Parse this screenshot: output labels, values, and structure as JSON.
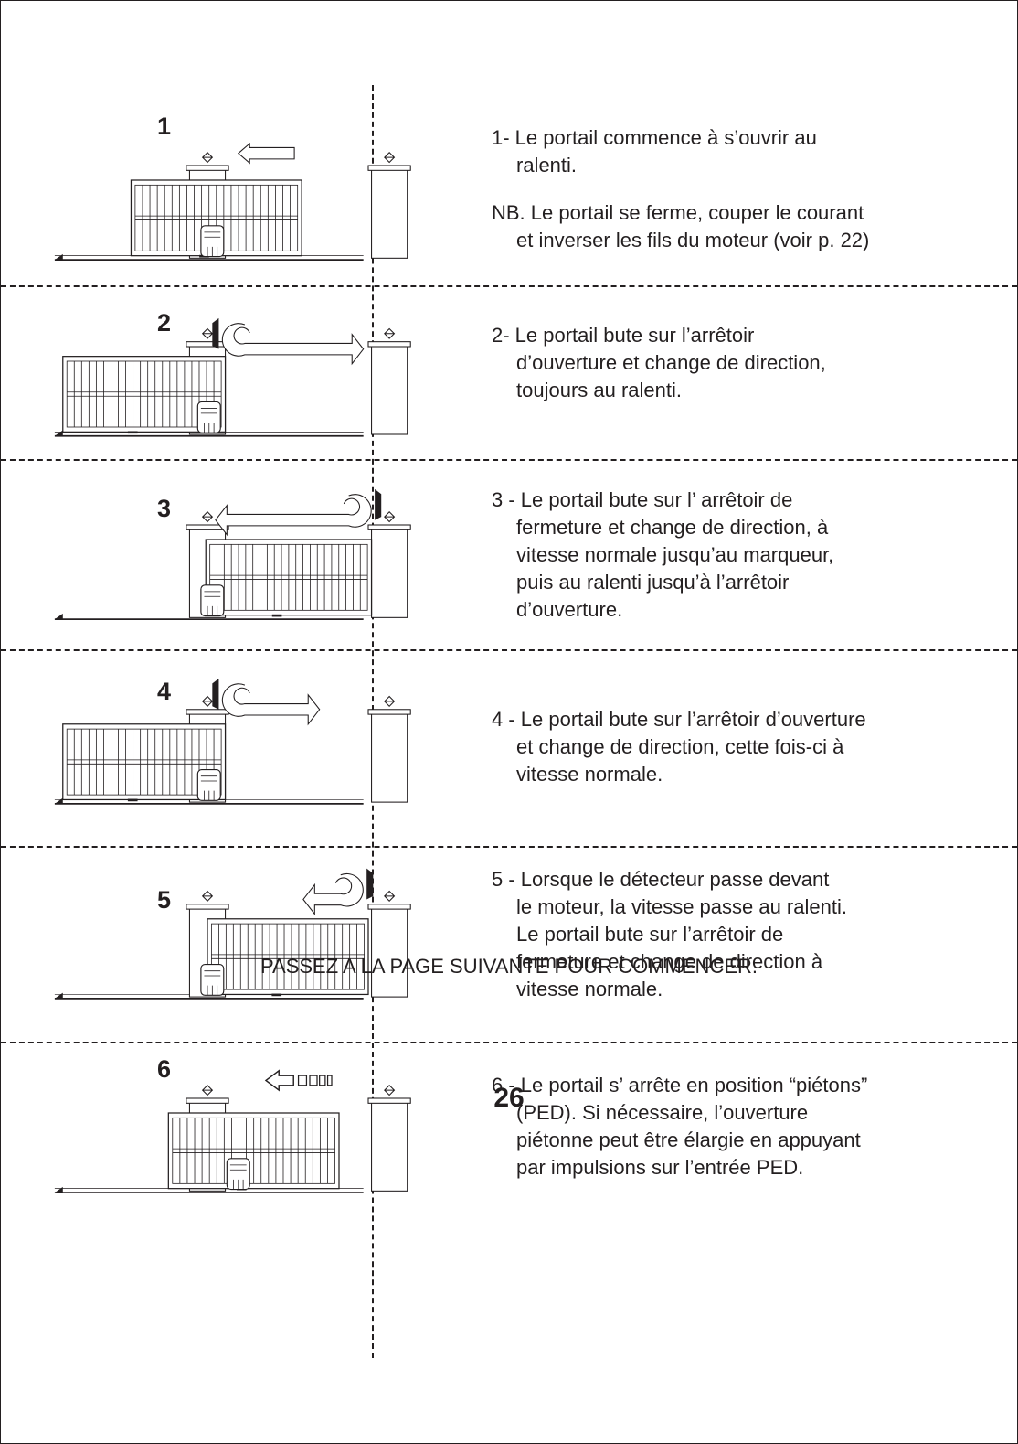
{
  "steps": [
    {
      "number": "1",
      "lines": [
        "1- Le portail commence à s’ouvrir au",
        "ralenti."
      ],
      "note_lines": [
        "NB. Le portail se ferme, couper le courant",
        "et inverser les fils du moteur (voir p. 22)"
      ]
    },
    {
      "number": "2",
      "lines": [
        "2- Le portail bute sur l’arrêtoir",
        "d’ouverture et change de direction,",
        "toujours au ralenti."
      ]
    },
    {
      "number": "3",
      "lines": [
        "3 - Le portail bute sur l’ arrêtoir de",
        "fermeture et change de direction, à",
        "vitesse normale jusqu’au marqueur,",
        "puis au ralenti jusqu’à l’arrêtoir",
        "d’ouverture."
      ]
    },
    {
      "number": "4",
      "lines": [
        "4 - Le portail bute sur l’arrêtoir d’ouverture",
        "et change de direction, cette fois-ci à",
        "vitesse normale."
      ]
    },
    {
      "number": "5",
      "lines": [
        "5 - Lorsque le détecteur passe devant",
        "le moteur, la vitesse passe au ralenti.",
        "Le portail bute sur l’arrêtoir de",
        "fermeture et change de direction à",
        "vitesse normale."
      ]
    },
    {
      "number": "6",
      "lines": [
        "6 - Le portail s’ arrête en position “piétons”",
        "(PED). Si nécessaire, l’ouverture",
        "piétonne peut être élargie en appuyant",
        "par impulsions sur l’entrée PED."
      ]
    }
  ],
  "footer_note": "PASSEZ A LA PAGE SUIVANTE POUR COMMENCER.",
  "page_number": "26"
}
